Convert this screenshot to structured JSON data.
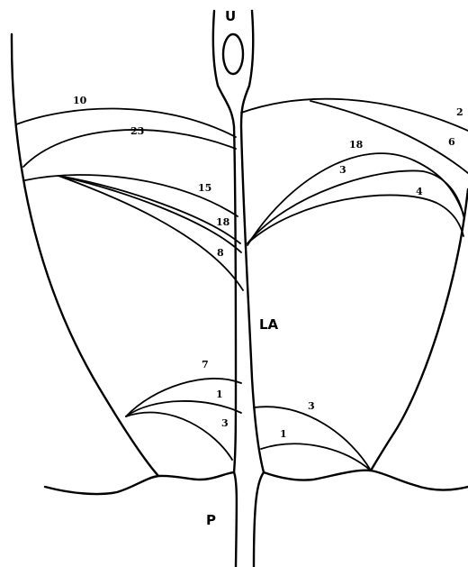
{
  "labels": {
    "ureter": "U",
    "ligament": "LA",
    "pelvis": "P"
  },
  "numbers": {
    "upper_left": [
      "10",
      "23",
      "15",
      "18",
      "8"
    ],
    "upper_right": [
      "2",
      "6",
      "18",
      "3",
      "4"
    ],
    "lower_left": [
      "7",
      "1",
      "3"
    ],
    "lower_right": [
      "3",
      "1"
    ]
  }
}
